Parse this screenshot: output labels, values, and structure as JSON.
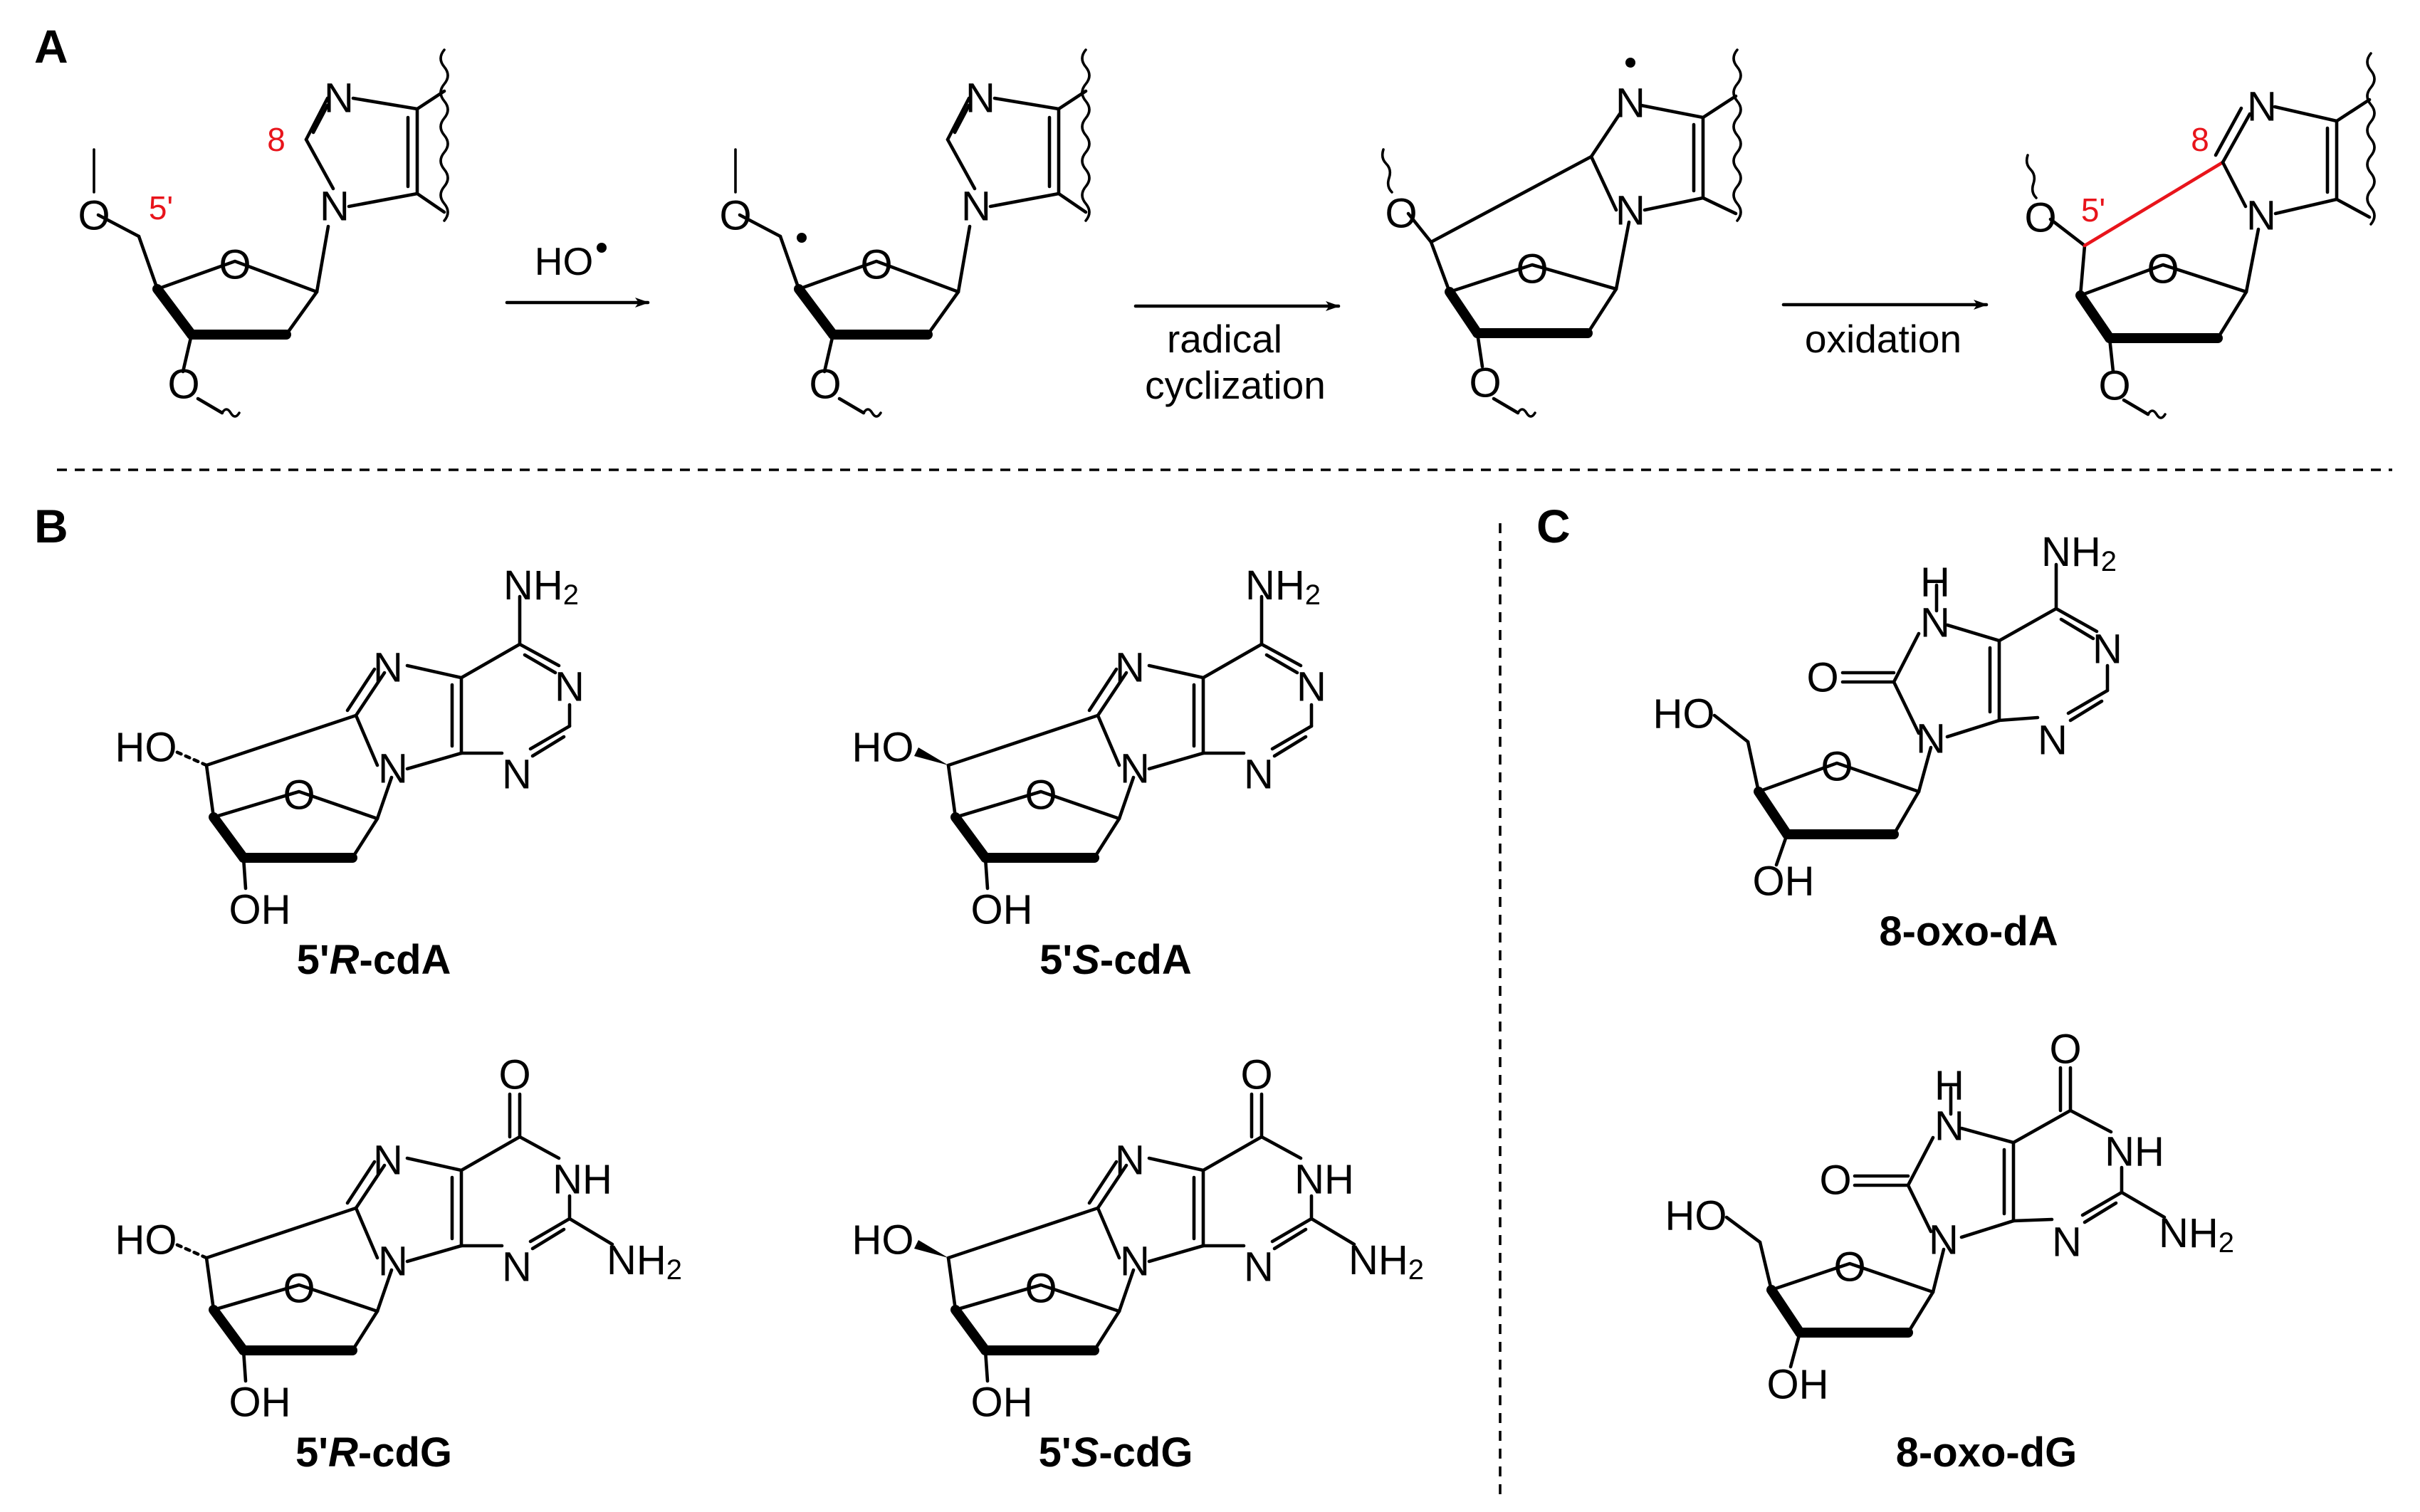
{
  "panels": {
    "a": "A",
    "b": "B",
    "c": "C"
  },
  "scheme": {
    "step1_reagent": "HO",
    "step2_line1": "radical",
    "step2_line2": "cyclization",
    "step3_label": "oxidation",
    "locant_c8": "8",
    "locant_c5": "5'"
  },
  "compounds": {
    "r_cda": {
      "prefix": "5'",
      "stereo": "R",
      "suffix": "-cdA"
    },
    "s_cda": {
      "prefix": "5'",
      "stereo": "S",
      "suffix": "-cdA"
    },
    "r_cdg": {
      "prefix": "5'",
      "stereo": "R",
      "suffix": "-cdG"
    },
    "s_cdg": {
      "prefix": "5'",
      "stereo": "S",
      "suffix": "-cdG"
    },
    "oxo_da": "8-oxo-dA",
    "oxo_dg": "8-oxo-dG"
  },
  "atoms": {
    "N": "N",
    "O": "O",
    "H": "H",
    "NH": "NH",
    "NH2": "NH",
    "sub2": "2",
    "HO": "HO",
    "OH": "OH"
  },
  "colors": {
    "highlight": "#e8141b",
    "ink": "#000000"
  }
}
